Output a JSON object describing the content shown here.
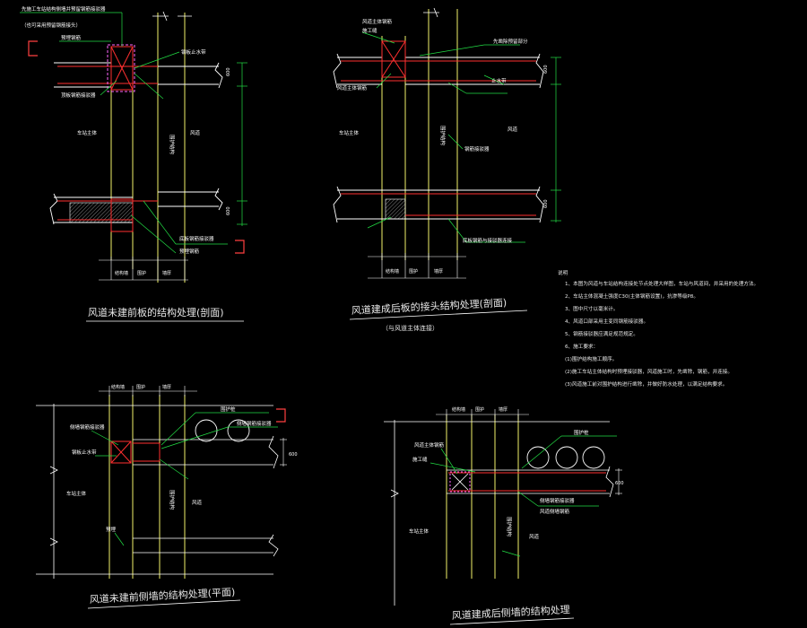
{
  "colors": {
    "background": "#000000",
    "wall": "#f2f26a",
    "slab": "#ffffff",
    "rebar": "#ff3030",
    "leader": "#22dd44",
    "dim": "#ffffff",
    "title": "#e8e8e8",
    "gap": "#ff66ff",
    "marker": "#ff4040"
  },
  "drawings": {
    "d1": {
      "title": "风道未建前板的结构处理(剖面)",
      "labels": {
        "n1": "先施工车站结构侧墙并预留钢筋接驳器",
        "n2": "（也可采用预留钢筋接头）",
        "n3": "预埋钢筋",
        "n4": "顶板钢筋接驳器",
        "n5": "钢板止水带",
        "n6": "车站主体",
        "n7": "风道",
        "n8": "围护结构",
        "n9": "底板钢筋接驳器",
        "n10": "预埋钢筋"
      },
      "dims": {
        "a": "600",
        "b": "600",
        "w": "结构墙",
        "c": "围护",
        "d": "墙厚"
      }
    },
    "d2": {
      "title": "风道建成后板的接头结构处理(剖面)",
      "subtitle": "（与风道主体连接）",
      "labels": {
        "n1": "风道主体钢筋",
        "n2": "施工缝",
        "n3": "先凿除预留部分",
        "n4": "止水带",
        "n5": "车站主体",
        "n6": "风道",
        "n7": "围护结构",
        "n8": "风道主体钢筋",
        "n9": "底板钢筋与接驳器连接",
        "n10": "钢筋接驳器"
      },
      "dims": {
        "a": "600",
        "b": "600",
        "w": "结构墙",
        "c": "围护",
        "d": "墙厚"
      }
    },
    "d3": {
      "title": "风道未建前侧墙的结构处理(平面)",
      "labels": {
        "n1": "侧墙钢筋接驳器",
        "n2": "钢板止水带",
        "n3": "围护桩",
        "n4": "侧墙钢筋接驳器",
        "n5": "车站主体",
        "n6": "风道",
        "n7": "围护结构",
        "n8": "预埋"
      },
      "dims": {
        "a": "结构墙",
        "b": "围护",
        "c": "墙厚",
        "d": "600"
      }
    },
    "d4": {
      "title": "风道建成后侧墙的结构处理",
      "labels": {
        "n1": "风道主体钢筋",
        "n2": "施工缝",
        "n3": "围护桩",
        "n4": "侧墙钢筋接驳器",
        "n5": "风道侧墙钢筋",
        "n6": "车站主体",
        "n7": "风道",
        "n8": "围护结构"
      },
      "dims": {
        "a": "结构墙",
        "b": "围护",
        "c": "墙厚",
        "d": "600"
      }
    }
  },
  "notes": {
    "heading": "说明",
    "items": [
      "1、本图为风道与车站结构连接处节点处理大样图，车站与风道间，并采用的处理方法。",
      "2、车站主体混凝土强度C30(主体钢筋设置)，抗渗等级P8。",
      "3、图中尺寸以毫米计。",
      "4、风道口部采用主变同钢筋接驳器。",
      "5、钢筋接驳器应满足规范规定。",
      "6、施工要求：",
      "(1)围护结构施工顺序。",
      "(2)施工车站主体结构时预埋接驳器，风道施工时，先凿除，钢筋，并连接。",
      "(3)风道施工前对围护结构进行凿除，并做好防水处理，以满足结构要求。"
    ]
  }
}
